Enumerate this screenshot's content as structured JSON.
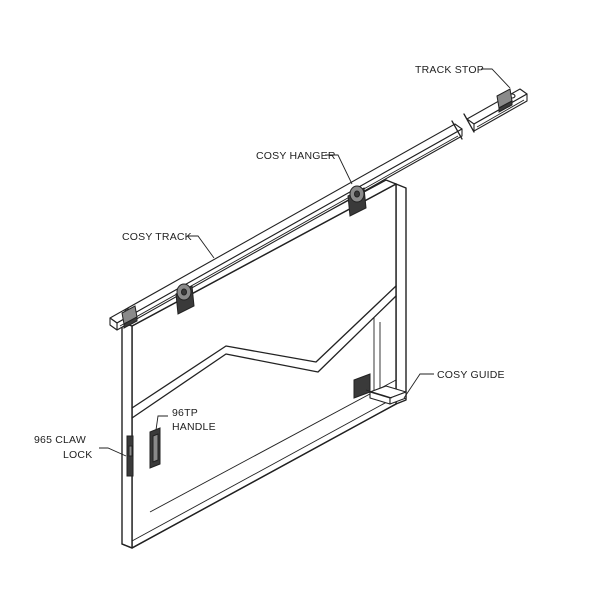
{
  "labels": {
    "track_stop": "TRACK STOP",
    "cosy_hanger": "COSY HANGER",
    "cosy_track": "COSY TRACK",
    "cosy_guide": "COSY GUIDE",
    "handle_line1": "96TP",
    "handle_line2": "HANDLE",
    "lock_line1": "965 CLAW",
    "lock_line2": "LOCK"
  }
}
